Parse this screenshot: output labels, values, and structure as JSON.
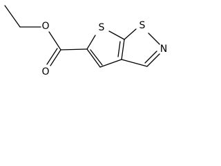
{
  "molecule": {
    "atoms": {
      "ester_oxygen": "O",
      "carbonyl_oxygen": "O",
      "thiophene_sulfur": "S",
      "isothiazole_sulfur": "S",
      "isothiazole_nitrogen": "N"
    }
  }
}
